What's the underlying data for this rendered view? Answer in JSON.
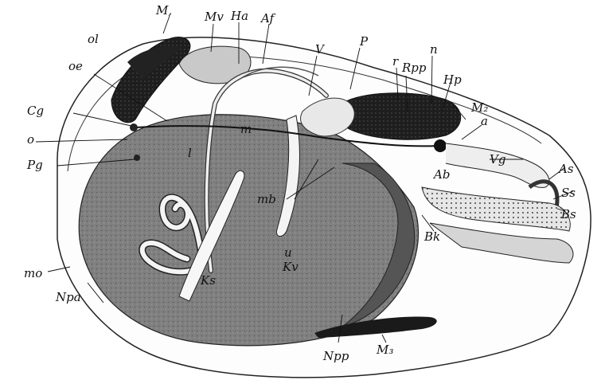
{
  "figure": {
    "labels": {
      "M1": "M,",
      "Mv": "Mv",
      "Ha": "Ha",
      "Af": "Af",
      "V": "V",
      "P": "P",
      "r": "r",
      "Rpp": "Rpp",
      "n": "n",
      "Hp": "Hp",
      "ol": "ol",
      "oe": "oe",
      "Cg": "Cg",
      "o": "o",
      "Pg": "Pg",
      "m": "m",
      "l": "l",
      "mb": "mb",
      "u": "u",
      "Kv": "Kv",
      "Ks": "Ks",
      "M2": "M₂",
      "a": "a",
      "Vg": "Vg",
      "Ab": "Ab",
      "As": "As",
      "Ss": "Ss",
      "Bs": "Bs",
      "Bk": "Bk",
      "mo": "mo",
      "Npa": "Npa",
      "Npp": "Npp",
      "M3": "M₃"
    },
    "colors": {
      "ink": "#111111",
      "body_shade": "#7a7a7a",
      "dark_muscle": "#1a1a1a",
      "intestine": "#f2f2f2",
      "paper": "#ffffff"
    }
  }
}
